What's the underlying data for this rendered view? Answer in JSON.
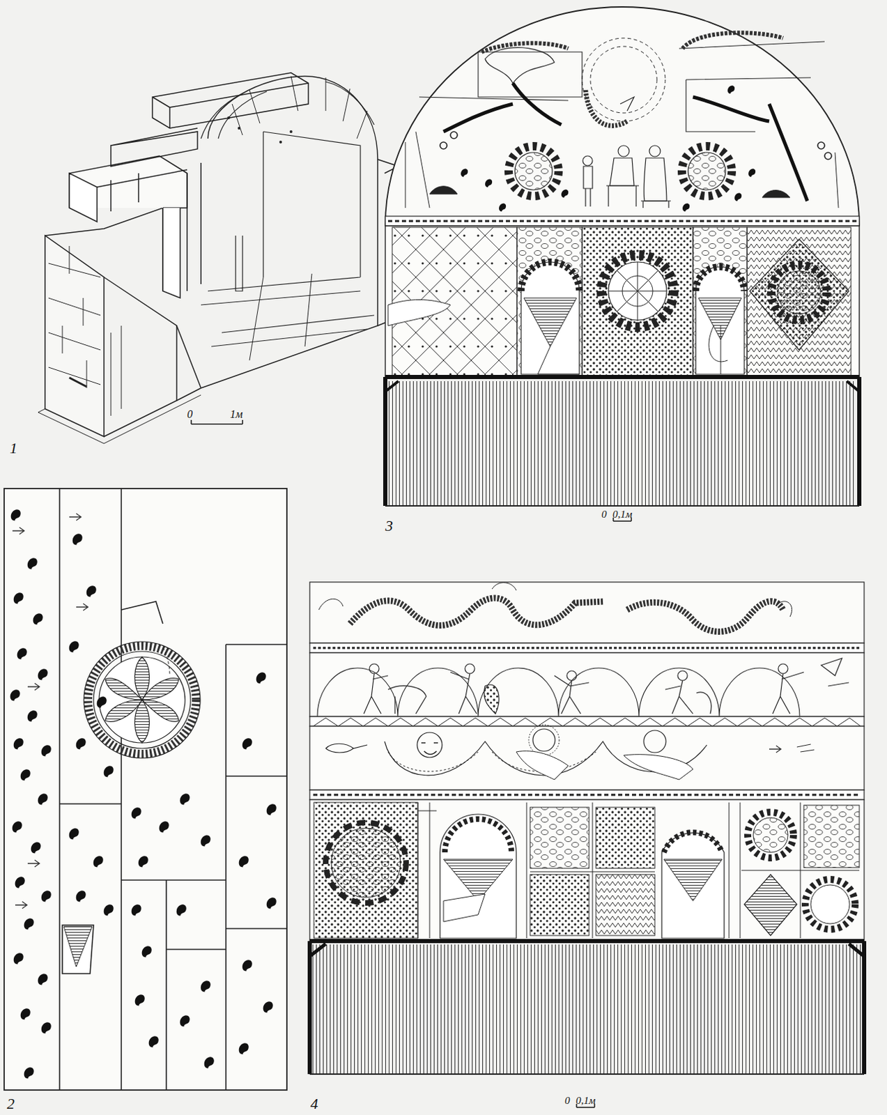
{
  "diagram": {
    "labels": [
      "1",
      "0",
      "1м",
      "2",
      "3",
      "0",
      "0,1м",
      "4",
      "0",
      "0,1м"
    ]
  }
}
